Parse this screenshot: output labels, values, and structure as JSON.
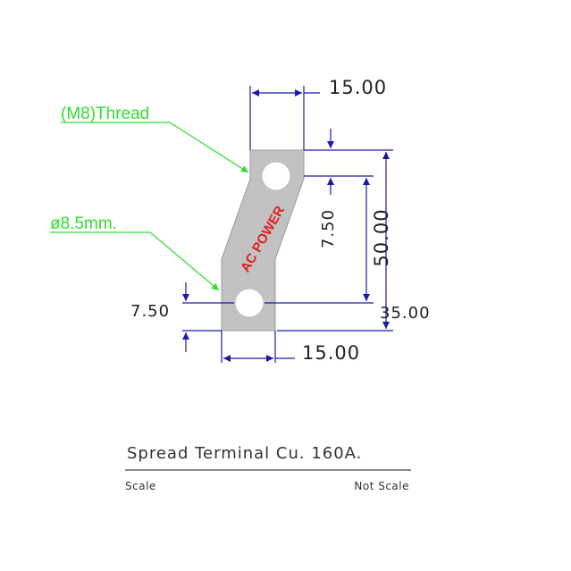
{
  "dimensions": {
    "top_width": "15.00",
    "bottom_width": "15.00",
    "total_height": "50.00",
    "hole_spacing": "35.00",
    "right_hole_offset": "7.50",
    "left_hole_offset": "7.50"
  },
  "callouts": {
    "thread": "(M8)Thread",
    "hole_diameter": "ø8.5mm."
  },
  "part": {
    "logo_text": "AC POWER"
  },
  "title_block": {
    "title": "Spread Terminal Cu. 160A.",
    "scale_label": "Scale",
    "scale_value": "Not Scale"
  },
  "colors": {
    "plate": "#c2c2c2",
    "dimension_lines": "#1a1aa8",
    "callout": "#33dd33",
    "logo": "#e02020"
  }
}
